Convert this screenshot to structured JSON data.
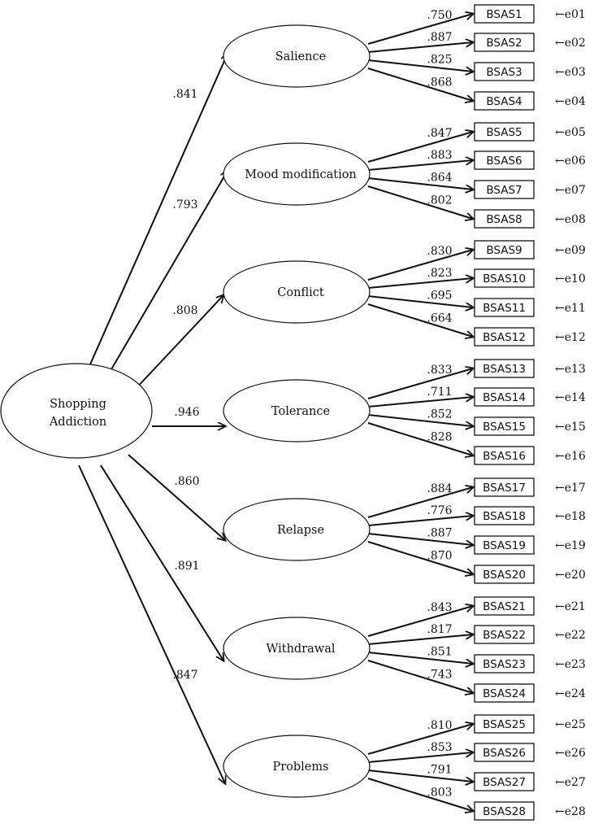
{
  "root": {
    "line1": "Shopping",
    "line2": "Addiction"
  },
  "factors": [
    {
      "name": "Salience",
      "loading": ".841",
      "items": [
        {
          "label": "BSAS1",
          "loading": ".750",
          "error": "e01"
        },
        {
          "label": "BSAS2",
          "loading": ".887",
          "error": "e02"
        },
        {
          "label": "BSAS3",
          "loading": ".825",
          "error": "e03"
        },
        {
          "label": "BSAS4",
          "loading": ".868",
          "error": "e04"
        }
      ]
    },
    {
      "name": "Mood modification",
      "loading": ".793",
      "items": [
        {
          "label": "BSAS5",
          "loading": ".847",
          "error": "e05"
        },
        {
          "label": "BSAS6",
          "loading": ".883",
          "error": "e06"
        },
        {
          "label": "BSAS7",
          "loading": ".864",
          "error": "e07"
        },
        {
          "label": "BSAS8",
          "loading": ".802",
          "error": "e08"
        }
      ]
    },
    {
      "name": "Conflict",
      "loading": ".808",
      "items": [
        {
          "label": "BSAS9",
          "loading": ".830",
          "error": "e09"
        },
        {
          "label": "BSAS10",
          "loading": ".823",
          "error": "e10"
        },
        {
          "label": "BSAS11",
          "loading": ".695",
          "error": "e11"
        },
        {
          "label": "BSAS12",
          "loading": ".664",
          "error": "e12"
        }
      ]
    },
    {
      "name": "Tolerance",
      "loading": ".946",
      "items": [
        {
          "label": "BSAS13",
          "loading": ".833",
          "error": "e13"
        },
        {
          "label": "BSAS14",
          "loading": ".711",
          "error": "e14"
        },
        {
          "label": "BSAS15",
          "loading": ".852",
          "error": "e15"
        },
        {
          "label": "BSAS16",
          "loading": ".828",
          "error": "e16"
        }
      ]
    },
    {
      "name": "Relapse",
      "loading": ".860",
      "items": [
        {
          "label": "BSAS17",
          "loading": ".884",
          "error": "e17"
        },
        {
          "label": "BSAS18",
          "loading": ".776",
          "error": "e18"
        },
        {
          "label": "BSAS19",
          "loading": ".887",
          "error": "e19"
        },
        {
          "label": "BSAS20",
          "loading": ".870",
          "error": "e20"
        }
      ]
    },
    {
      "name": "Withdrawal",
      "loading": ".891",
      "items": [
        {
          "label": "BSAS21",
          "loading": ".843",
          "error": "e21"
        },
        {
          "label": "BSAS22",
          "loading": ".817",
          "error": "e22"
        },
        {
          "label": "BSAS23",
          "loading": ".851",
          "error": "e23"
        },
        {
          "label": "BSAS24",
          "loading": ".743",
          "error": "e24"
        }
      ]
    },
    {
      "name": "Problems",
      "loading": ".847",
      "items": [
        {
          "label": "BSAS25",
          "loading": ".810",
          "error": "e25"
        },
        {
          "label": "BSAS26",
          "loading": ".853",
          "error": "e26"
        },
        {
          "label": "BSAS27",
          "loading": ".791",
          "error": "e27"
        },
        {
          "label": "BSAS28",
          "loading": ".803",
          "error": "e28"
        }
      ]
    }
  ]
}
